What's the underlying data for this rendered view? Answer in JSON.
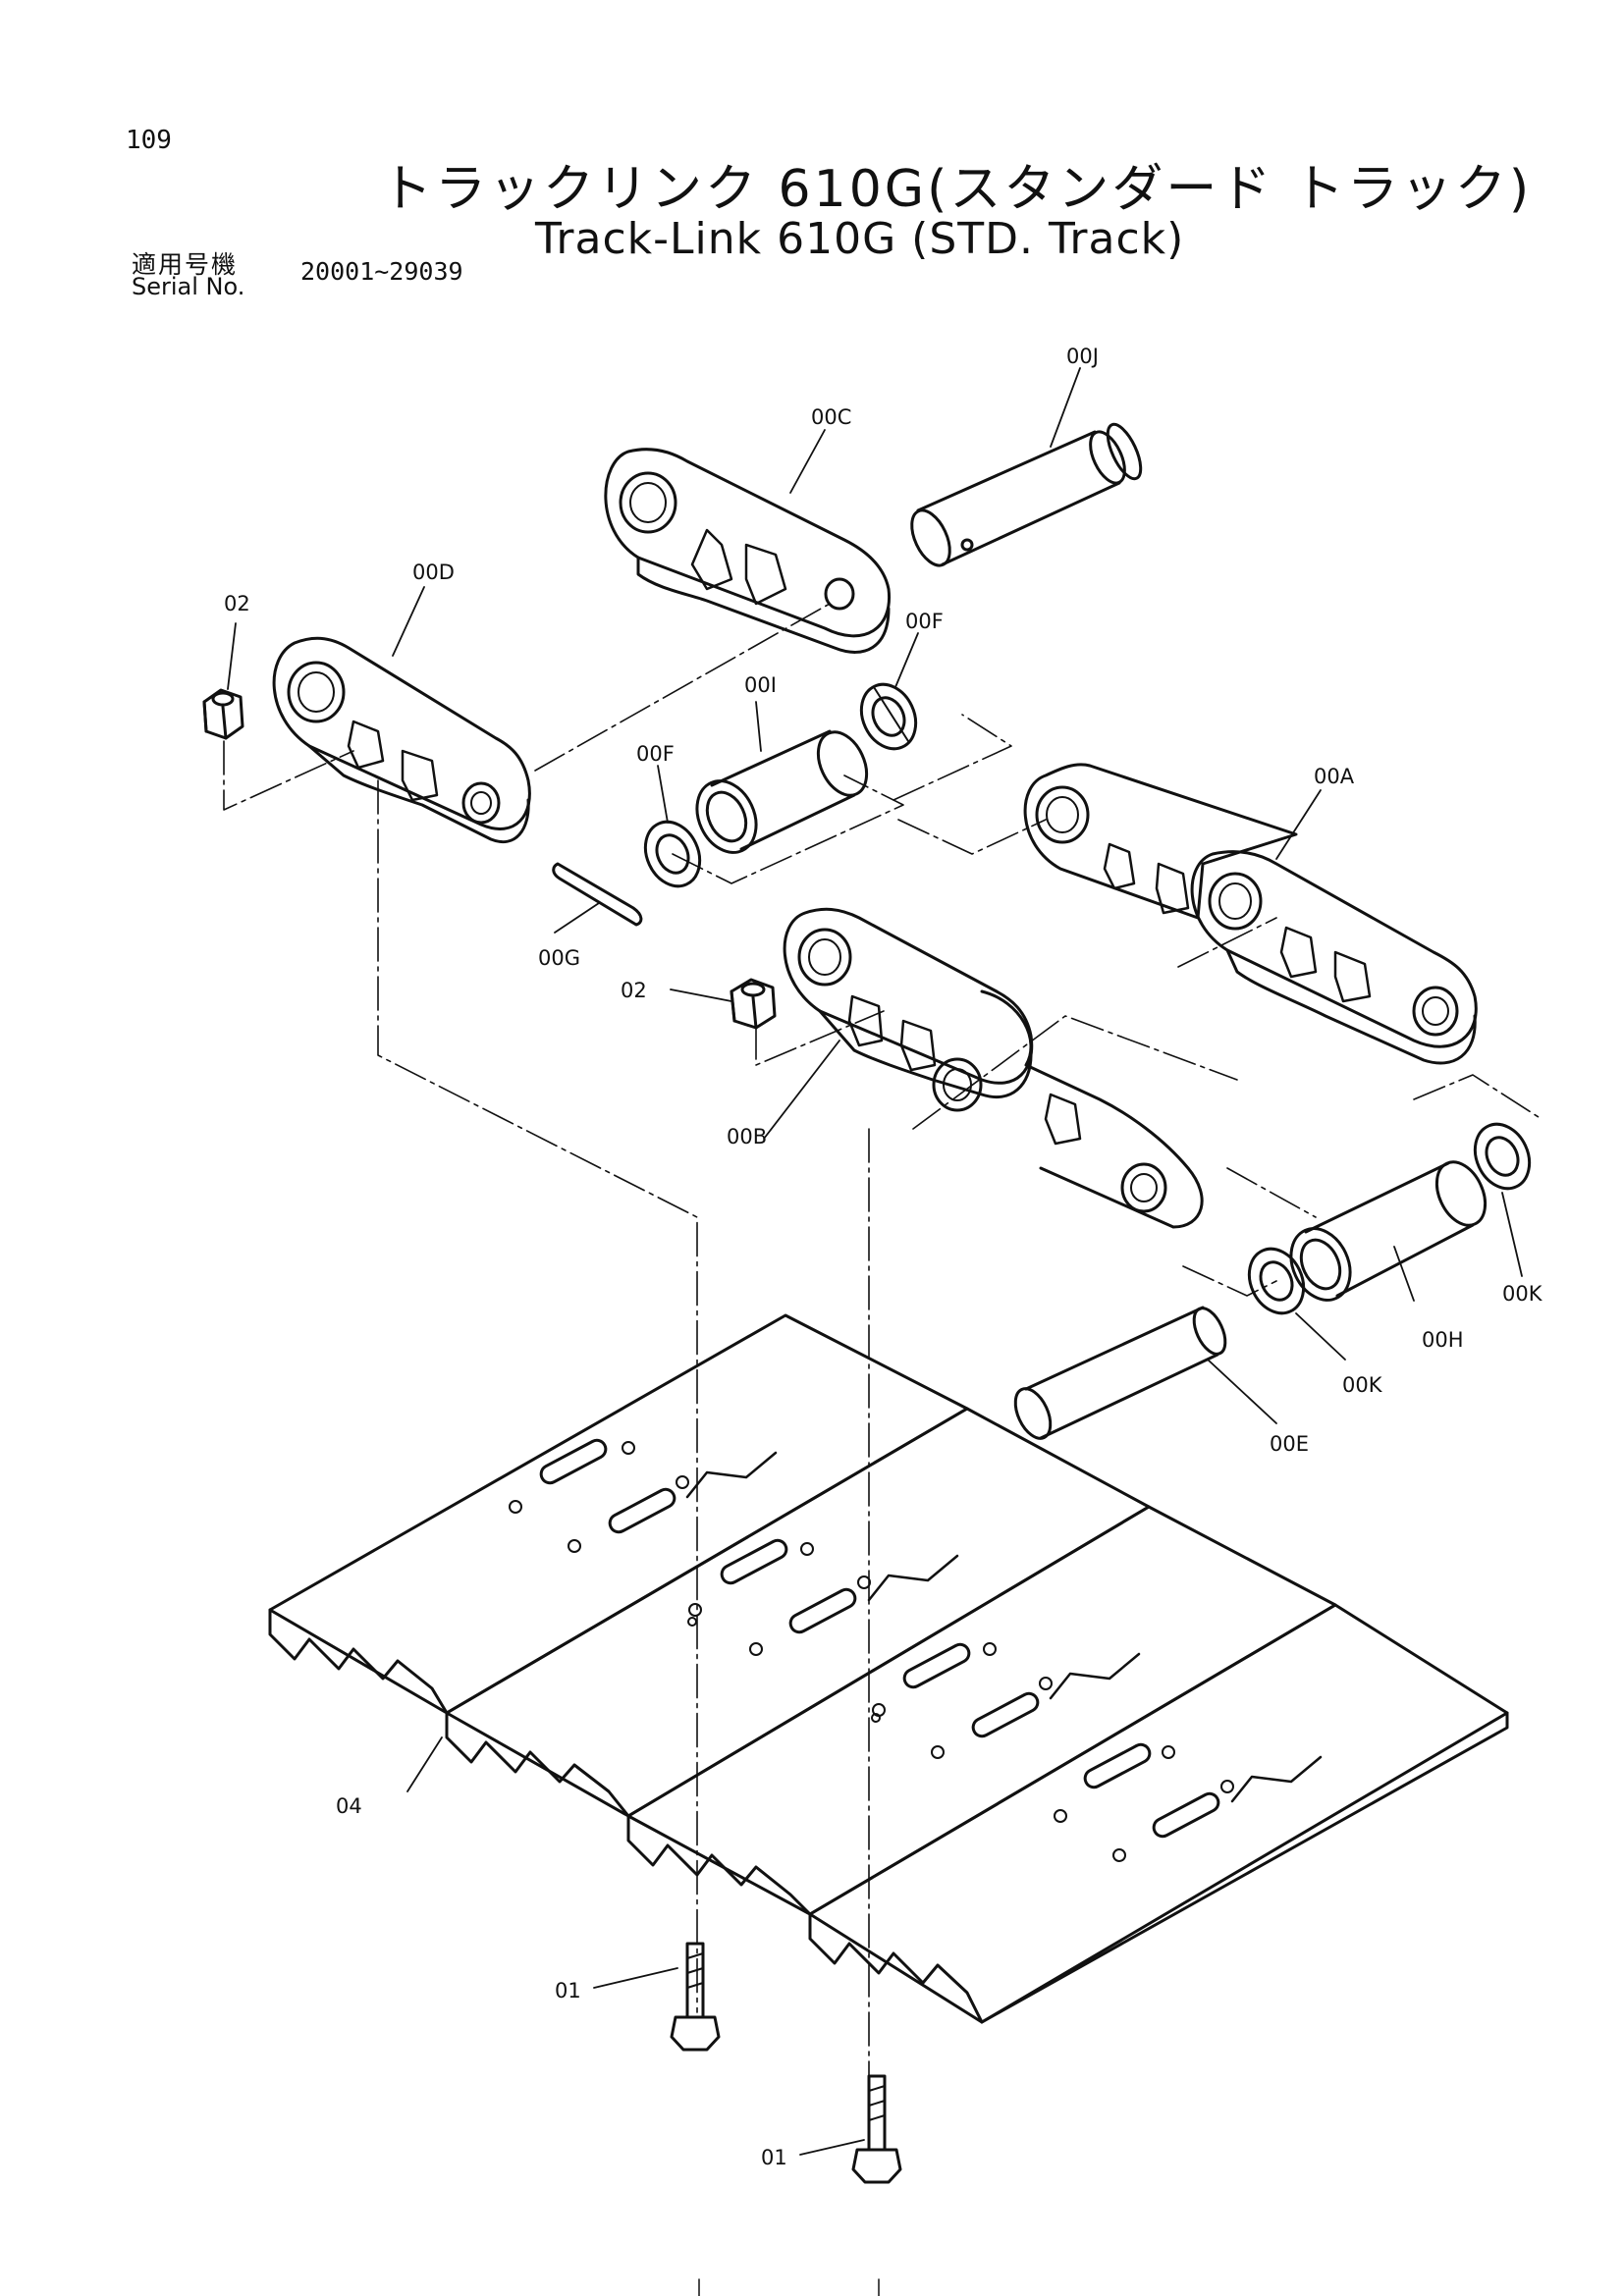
{
  "header": {
    "page_number": "109",
    "title_jp": "トラックリンク 610G(スタンダード トラック)",
    "title_en": "Track-Link 610G (STD. Track)",
    "serial_label_jp": "適用号機",
    "serial_label_en": "Serial No.",
    "serial_range": "20001~29039"
  },
  "callouts": {
    "c00J": "00J",
    "c00C": "00C",
    "c00D": "00D",
    "c02a": "02",
    "c00F_right": "00F",
    "c00I": "00I",
    "c00F_left": "00F",
    "c00A": "00A",
    "c00G": "00G",
    "c02b": "02",
    "c00B": "00B",
    "c00K_right": "00K",
    "c00H": "00H",
    "c00K_mid": "00K",
    "c00E": "00E",
    "c04": "04",
    "c01a": "01",
    "c01b": "01"
  },
  "colors": {
    "ink": "#111111",
    "paper": "#ffffff"
  }
}
